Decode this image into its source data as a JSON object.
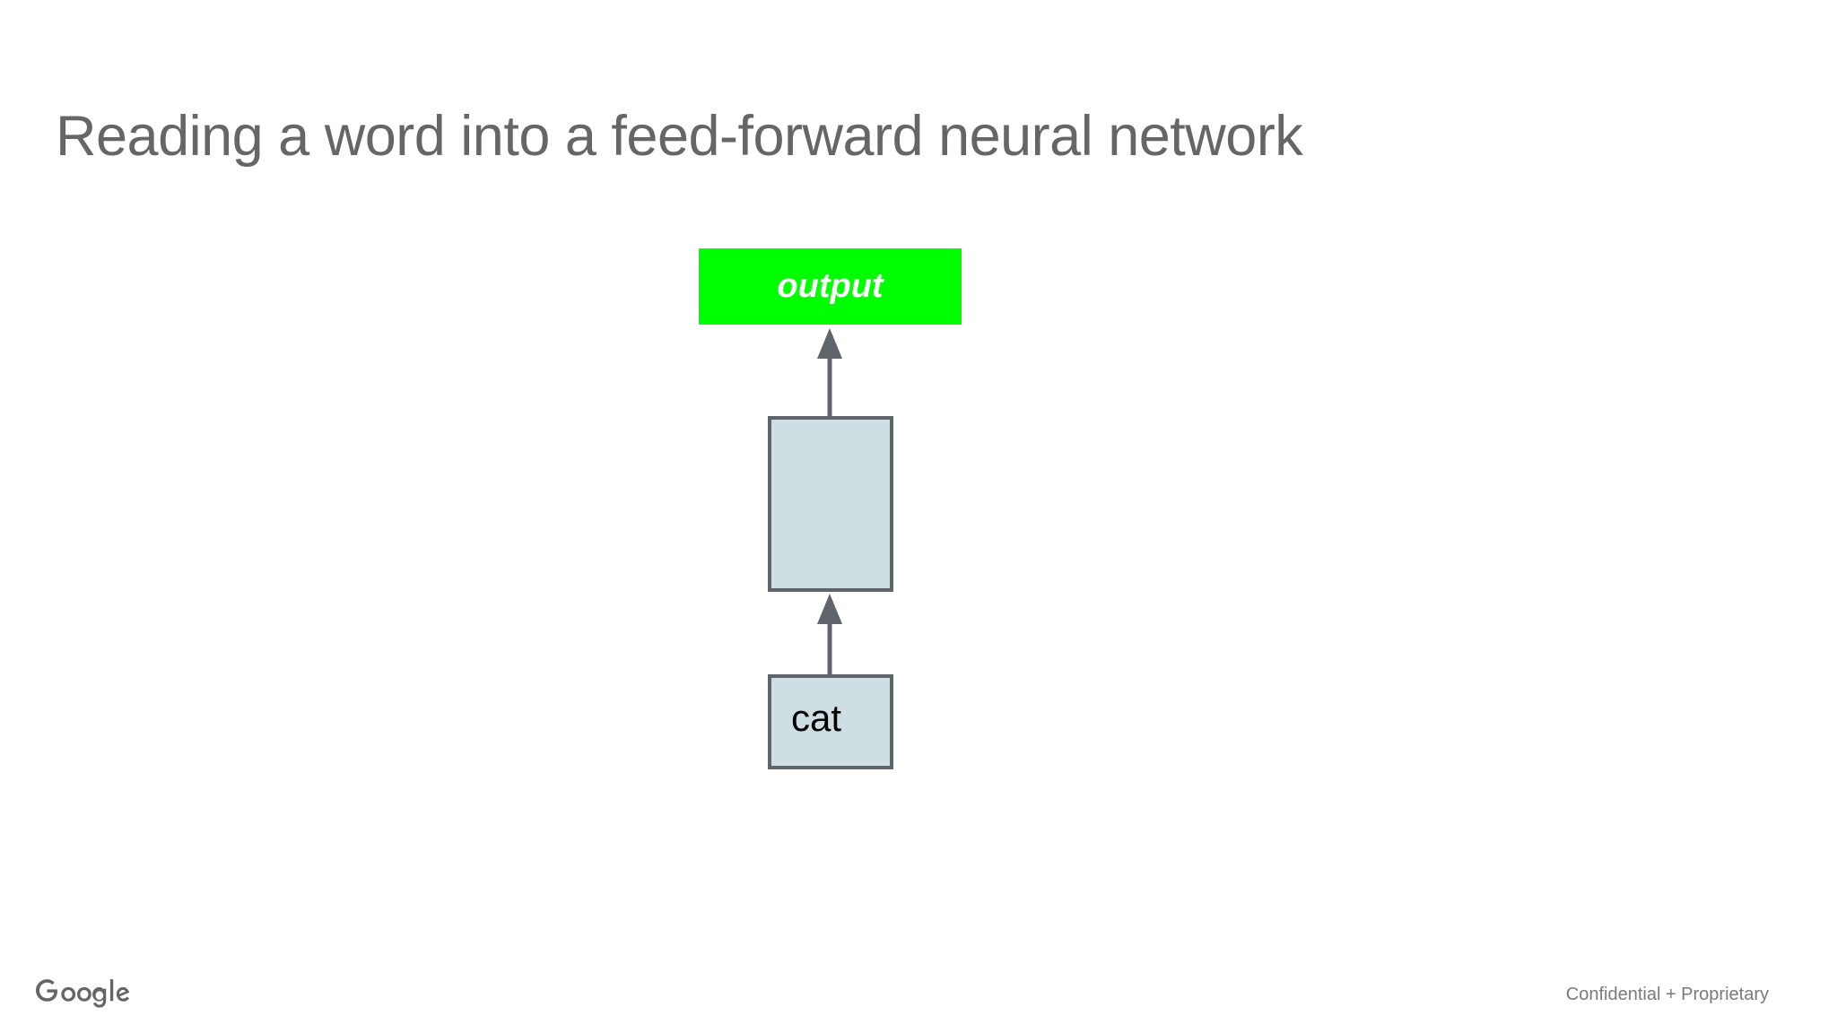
{
  "slide": {
    "title": "Reading a word into a feed-forward neural network",
    "background_color": "#ffffff",
    "title_color": "#666666"
  },
  "diagram": {
    "type": "flow",
    "direction": "bottom-to-top",
    "nodes": [
      {
        "id": "output",
        "label": "output",
        "fill": "#00ff00",
        "text_color": "#ffffff",
        "border_color": "none"
      },
      {
        "id": "hidden",
        "label": "",
        "fill": "#cfdee3",
        "text_color": "#000000",
        "border_color": "#5f656b"
      },
      {
        "id": "input",
        "label": "cat",
        "fill": "#cfdee3",
        "text_color": "#000000",
        "border_color": "#5f656b"
      }
    ],
    "edges": [
      {
        "id": "input-to-hidden",
        "from": "input",
        "to": "hidden",
        "color": "#5f656b"
      },
      {
        "id": "hidden-to-output",
        "from": "hidden",
        "to": "output",
        "color": "#5f656b"
      }
    ]
  },
  "footer": {
    "logo_text": "Google",
    "logo_color": "#666666",
    "confidential_note": "Confidential + Proprietary"
  }
}
